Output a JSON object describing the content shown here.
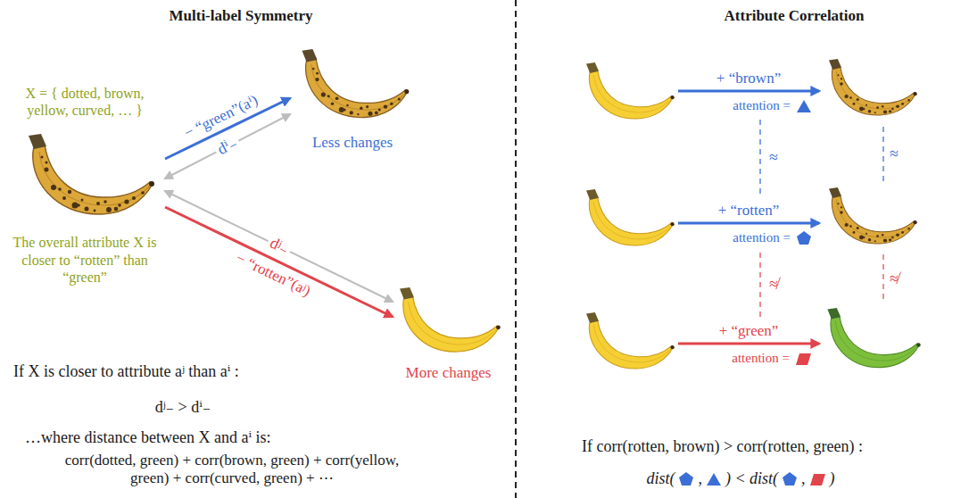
{
  "diagram": {
    "nodes": [
      {
        "text": [
          "X = { dotted, brown, yellow, curved, … }",
          "The overall attribute X is closer to “rotten” than “green”"
        ]
      },
      {
        "text": [
          "Less changes"
        ]
      },
      {
        "text": [
          "More changes"
        ]
      },
      {
        "text": []
      },
      {
        "text": []
      },
      {
        "text": []
      },
      {
        "text": []
      },
      {
        "text": []
      },
      {
        "text": []
      }
    ],
    "edges": [
      {
        "from": 0,
        "to": 1,
        "arrow": "to",
        "label": "− “green”(aⁱ)"
      },
      {
        "from": 0,
        "to": 1,
        "arrow": "both",
        "label": "dⁱ₋"
      },
      {
        "from": 0,
        "to": 2,
        "arrow": "to",
        "label": "− “rotten”(aʲ)"
      },
      {
        "from": 0,
        "to": 2,
        "arrow": "both",
        "label": "dʲ₋"
      },
      {
        "from": 3,
        "to": 4,
        "arrow": "to",
        "label": "+ “brown”"
      },
      {
        "from": 5,
        "to": 6,
        "arrow": "to",
        "label": "+ “rotten”"
      },
      {
        "from": 7,
        "to": 8,
        "arrow": "to",
        "label": "+ “green”"
      },
      {
        "from": 4,
        "to": 6,
        "arrow": "none",
        "label": "≈"
      },
      {
        "from": 6,
        "to": 8,
        "arrow": "none",
        "label": "≉"
      }
    ],
    "labels": [
      "Multi-label Symmetry",
      "Attribute Correlation",
      "If X is closer to attribute aʲ than aⁱ :",
      "dʲ₋ > dⁱ₋",
      "…where distance between X and aⁱ is:",
      "corr(dotted, green) + corr(brown, green) + corr(yellow, green) + corr(curved, green) + ⋯",
      "attention =",
      "attention =",
      "attention =",
      "≈",
      "≉",
      "If corr(rotten, brown) > corr(rotten, green) :",
      "dist(",
      ",",
      ") < dist(",
      ",",
      ")"
    ]
  }
}
